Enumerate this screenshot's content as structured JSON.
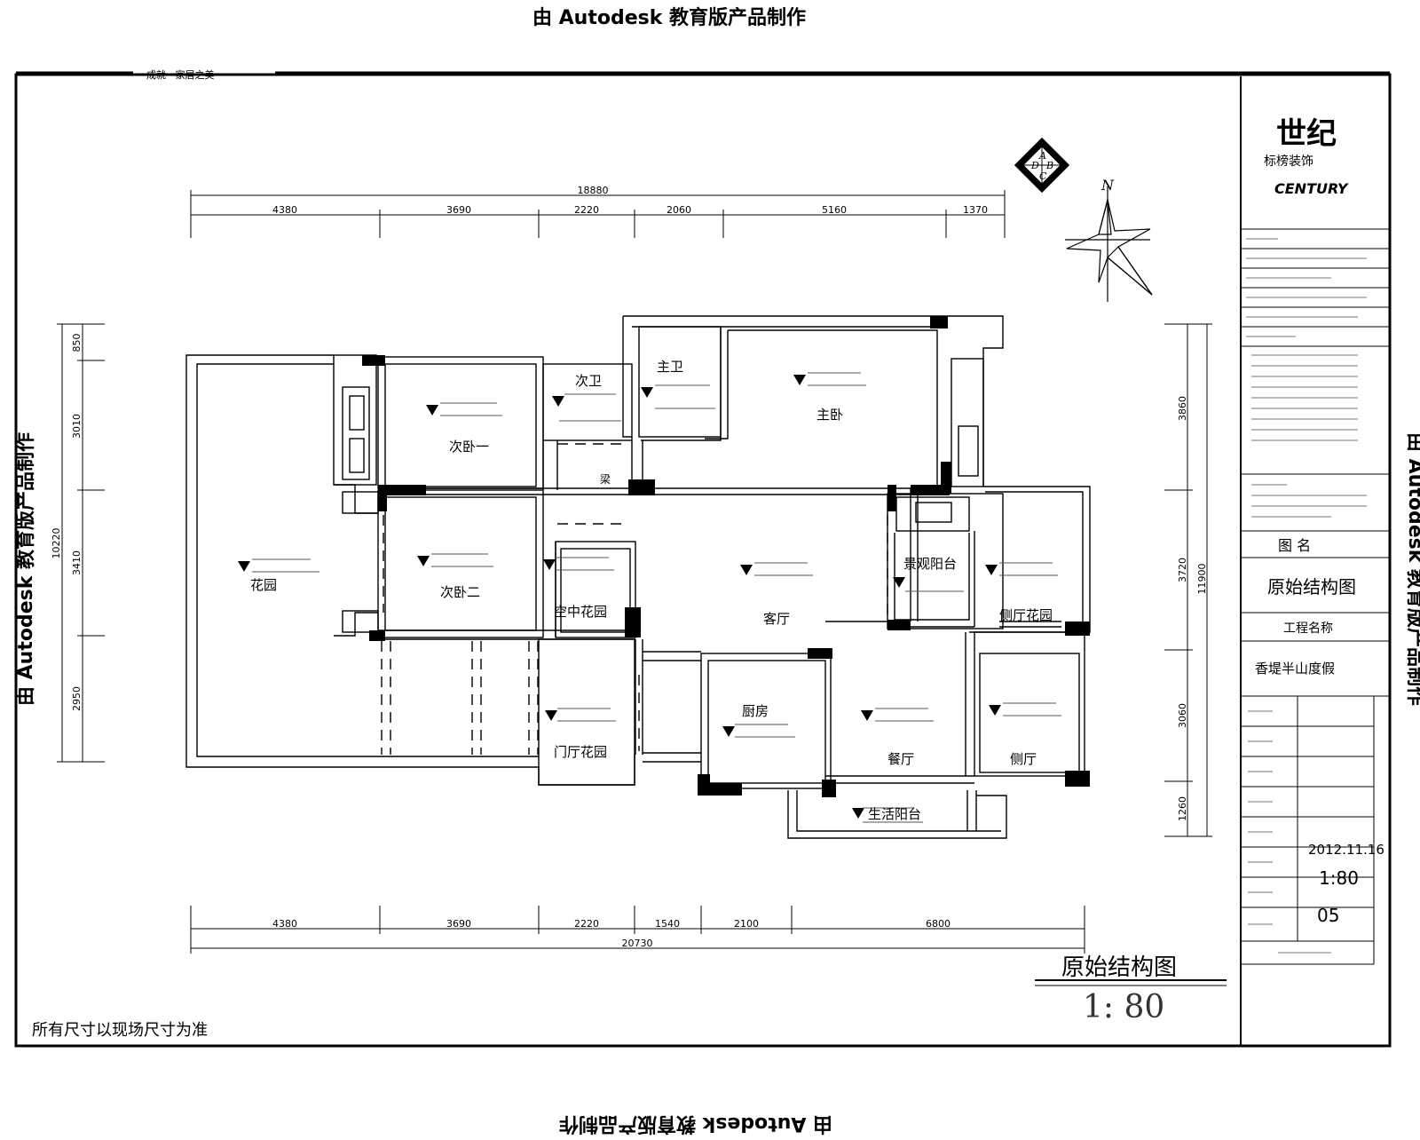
{
  "watermark": "由 Autodesk 教育版产品制作",
  "header_brand": "成就 · 家居之美",
  "title_block": {
    "logo_cn": "世纪",
    "logo_sub": "标榜装饰",
    "logo_en": "CENTURY",
    "drawing_name_label": "图 名",
    "drawing_name": "原始结构图",
    "project_name_label": "工程名称",
    "project_name": "香堤半山度假",
    "date": "2012.11.16",
    "scale": "1:80",
    "sheet_no": "05"
  },
  "plan": {
    "title": "原始结构图",
    "scale": "1: 80",
    "note": "所有尺寸以现场尺寸为准",
    "compass_north": "N",
    "top_total": "18880",
    "top_dims": [
      "4380",
      "3690",
      "2220",
      "2060",
      "5160",
      "1370"
    ],
    "bottom_dims": [
      "4380",
      "3690",
      "2220",
      "1540",
      "2100",
      "6800"
    ],
    "bottom_total": "20730",
    "left_total": "10220",
    "left_dims": [
      "850",
      "3010",
      "3410",
      "2950"
    ],
    "right_total": "11900",
    "right_dims": [
      "3860",
      "3720",
      "3060",
      "1260"
    ],
    "rooms": {
      "garden": "花园",
      "second_bed_1": "次卧一",
      "second_bed_2": "次卧二",
      "second_bath": "次卫",
      "master_bath": "主卫",
      "master_bed": "主卧",
      "atrium": "空中花园",
      "living": "客厅",
      "view_balcony": "景观阳台",
      "side_garden": "侧厅花园",
      "entry_garden": "门厅花园",
      "kitchen": "厨房",
      "dining": "餐厅",
      "side_hall": "侧厅",
      "service_balcony": "生活阳台"
    },
    "beam": "梁"
  }
}
